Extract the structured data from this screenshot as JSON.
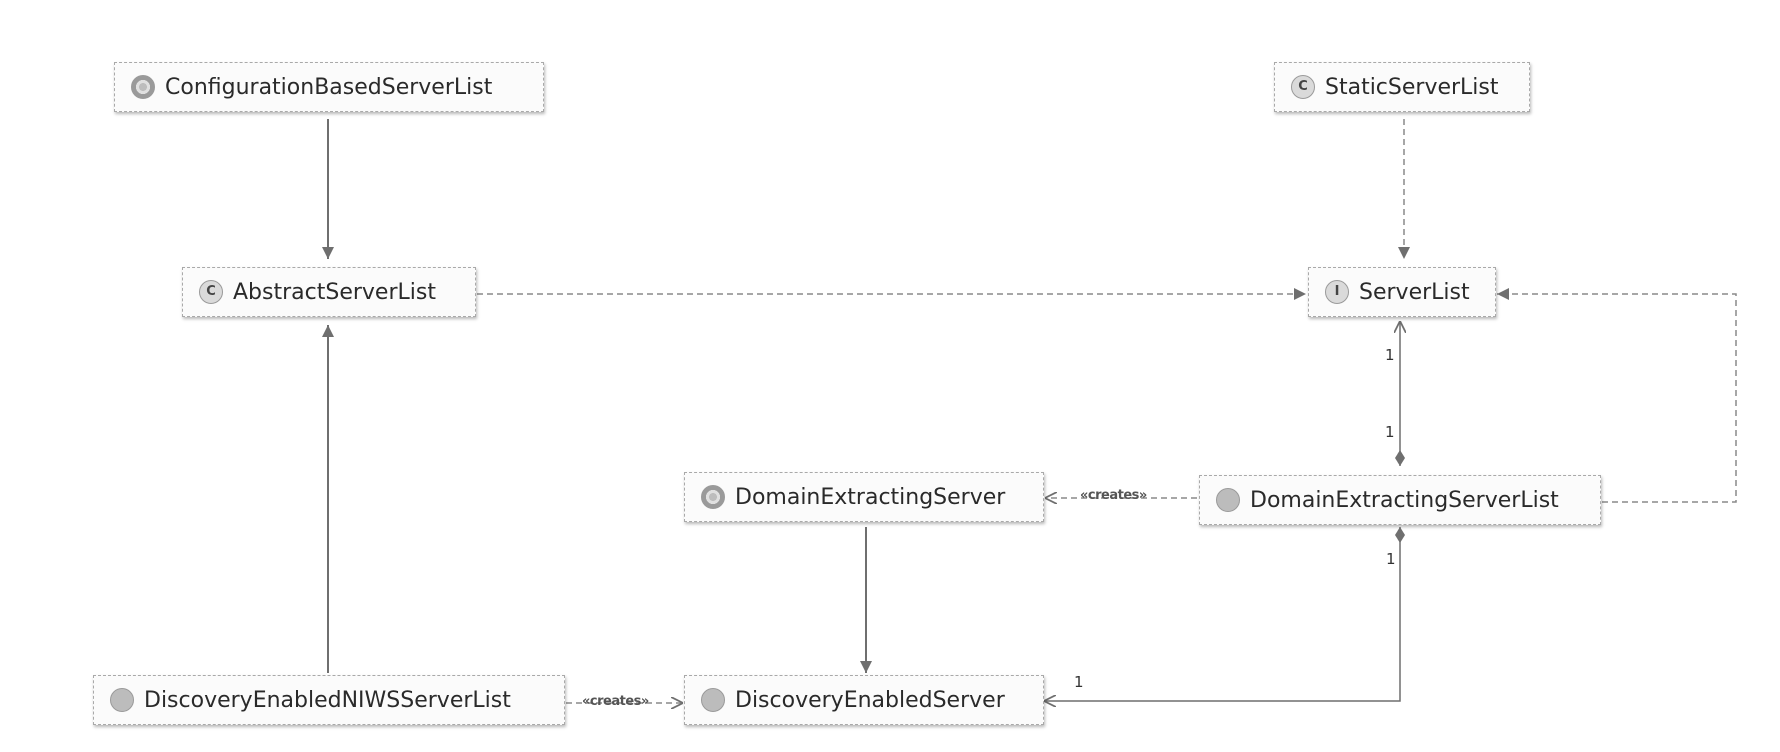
{
  "nodes": {
    "configuration_based_server_list": {
      "label": "ConfigurationBasedServerList",
      "icon": "class-icon"
    },
    "static_server_list": {
      "label": "StaticServerList",
      "icon": "class-icon",
      "glyph": "C"
    },
    "abstract_server_list": {
      "label": "AbstractServerList",
      "icon": "class-icon",
      "glyph": "C"
    },
    "server_list": {
      "label": "ServerList",
      "icon": "interface-icon",
      "glyph": "I"
    },
    "domain_extracting_server": {
      "label": "DomainExtractingServer",
      "icon": "class-icon"
    },
    "domain_extracting_server_list": {
      "label": "DomainExtractingServerList",
      "icon": "class-icon"
    },
    "discovery_enabled_niws_server_list": {
      "label": "DiscoveryEnabledNIWSServerList",
      "icon": "class-icon"
    },
    "discovery_enabled_server": {
      "label": "DiscoveryEnabledServer",
      "icon": "class-icon"
    }
  },
  "edges": {
    "creates_label": "«creates»",
    "multiplicity_one": "1"
  },
  "colors": {
    "line": "#6f6f6f",
    "border": "#a9a9a9",
    "background": "#ffffff"
  }
}
